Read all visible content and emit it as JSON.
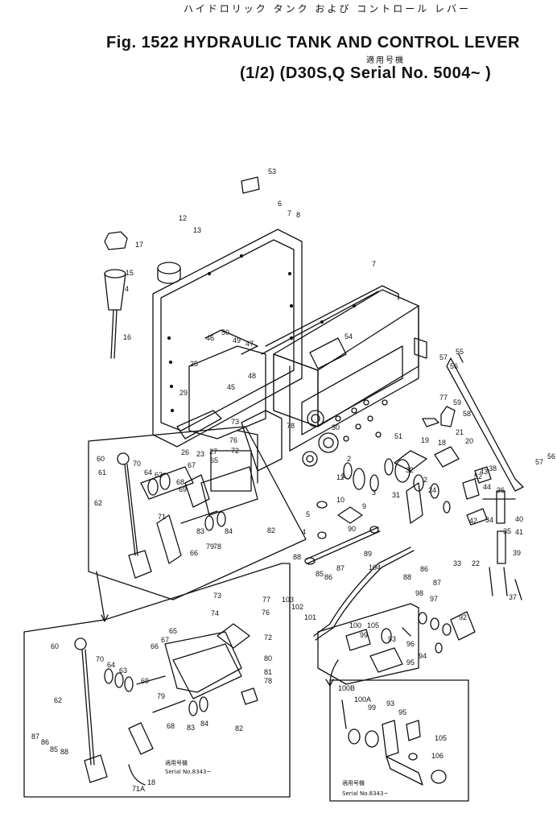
{
  "header": {
    "title_jp": "ハイドロリック タンク および コントロール レバー",
    "title": "Fig. 1522 HYDRAULIC TANK AND CONTROL LEVER",
    "applicable_jp": "適用号機",
    "subtitle": "(1/2) (D30S,Q Serial No. 5004~ )"
  },
  "inset_notes": {
    "left_jp": "適用号機",
    "left_serial": "Serial No.8343~",
    "right_jp": "適用号機",
    "right_serial": "Serial No.8343~"
  },
  "part_labels": [
    {
      "id": "p53",
      "text": "53"
    },
    {
      "id": "p6a",
      "text": "6"
    },
    {
      "id": "p7a",
      "text": "7"
    },
    {
      "id": "p8a",
      "text": "8"
    },
    {
      "id": "p12",
      "text": "12"
    },
    {
      "id": "p13",
      "text": "13"
    },
    {
      "id": "p17",
      "text": "17"
    },
    {
      "id": "p15",
      "text": "15"
    },
    {
      "id": "p4a",
      "text": "4"
    },
    {
      "id": "p16",
      "text": "16"
    },
    {
      "id": "p7b",
      "text": "7"
    },
    {
      "id": "p54",
      "text": "54"
    },
    {
      "id": "p46",
      "text": "46"
    },
    {
      "id": "p50",
      "text": "50"
    },
    {
      "id": "p49",
      "text": "49"
    },
    {
      "id": "p47",
      "text": "47"
    },
    {
      "id": "p48",
      "text": "48"
    },
    {
      "id": "p25",
      "text": "25"
    },
    {
      "id": "p45",
      "text": "45"
    },
    {
      "id": "p29",
      "text": "29"
    },
    {
      "id": "p26",
      "text": "26"
    },
    {
      "id": "p23",
      "text": "23"
    },
    {
      "id": "p27",
      "text": "27"
    },
    {
      "id": "p57a",
      "text": "57"
    },
    {
      "id": "p55",
      "text": "55"
    },
    {
      "id": "p56a",
      "text": "56"
    },
    {
      "id": "p73a",
      "text": "73"
    },
    {
      "id": "p78a",
      "text": "78"
    },
    {
      "id": "p76a",
      "text": "76"
    },
    {
      "id": "p72a",
      "text": "72"
    },
    {
      "id": "p30",
      "text": "30"
    },
    {
      "id": "p77a",
      "text": "77"
    },
    {
      "id": "p59",
      "text": "59"
    },
    {
      "id": "p58",
      "text": "58"
    },
    {
      "id": "p21",
      "text": "21"
    },
    {
      "id": "p20",
      "text": "20"
    },
    {
      "id": "p60a",
      "text": "60"
    },
    {
      "id": "p61a",
      "text": "61"
    },
    {
      "id": "p70a",
      "text": "70"
    },
    {
      "id": "p64a",
      "text": "64"
    },
    {
      "id": "p63a",
      "text": "63"
    },
    {
      "id": "p68a",
      "text": "68"
    },
    {
      "id": "p67a",
      "text": "67"
    },
    {
      "id": "p65a",
      "text": "65"
    },
    {
      "id": "p62a",
      "text": "62"
    },
    {
      "id": "p69a",
      "text": "69"
    },
    {
      "id": "p51",
      "text": "51"
    },
    {
      "id": "p19",
      "text": "19"
    },
    {
      "id": "p18",
      "text": "18"
    },
    {
      "id": "p57b",
      "text": "57"
    },
    {
      "id": "p56b",
      "text": "56"
    },
    {
      "id": "p2a",
      "text": "2"
    },
    {
      "id": "p1a",
      "text": "1"
    },
    {
      "id": "p32",
      "text": "32"
    },
    {
      "id": "p11",
      "text": "11"
    },
    {
      "id": "p2b",
      "text": "2"
    },
    {
      "id": "p43",
      "text": "43"
    },
    {
      "id": "p52",
      "text": "52"
    },
    {
      "id": "p44",
      "text": "44"
    },
    {
      "id": "p38",
      "text": "38"
    },
    {
      "id": "p36",
      "text": "36"
    },
    {
      "id": "p24",
      "text": "24"
    },
    {
      "id": "p3",
      "text": "3"
    },
    {
      "id": "p31",
      "text": "31"
    },
    {
      "id": "p10",
      "text": "10"
    },
    {
      "id": "p9",
      "text": "9"
    },
    {
      "id": "p5",
      "text": "5"
    },
    {
      "id": "p4b",
      "text": "4"
    },
    {
      "id": "p90",
      "text": "90"
    },
    {
      "id": "p89",
      "text": "89"
    },
    {
      "id": "p71a",
      "text": "71"
    },
    {
      "id": "p83a",
      "text": "83"
    },
    {
      "id": "p84a",
      "text": "84"
    },
    {
      "id": "p78b",
      "text": "78"
    },
    {
      "id": "p66a",
      "text": "66"
    },
    {
      "id": "p79a",
      "text": "79"
    },
    {
      "id": "p82a",
      "text": "82"
    },
    {
      "id": "p88a",
      "text": "88"
    },
    {
      "id": "p85a",
      "text": "85"
    },
    {
      "id": "p86a",
      "text": "86"
    },
    {
      "id": "p87a",
      "text": "87"
    },
    {
      "id": "p34",
      "text": "34"
    },
    {
      "id": "p35",
      "text": "35"
    },
    {
      "id": "p40",
      "text": "40"
    },
    {
      "id": "p41",
      "text": "41"
    },
    {
      "id": "p42",
      "text": "42"
    },
    {
      "id": "p33",
      "text": "33"
    },
    {
      "id": "p22",
      "text": "22"
    },
    {
      "id": "p37",
      "text": "37"
    },
    {
      "id": "p39",
      "text": "39"
    },
    {
      "id": "p104",
      "text": "104"
    },
    {
      "id": "p88b",
      "text": "88"
    },
    {
      "id": "p86b",
      "text": "86"
    },
    {
      "id": "p87b",
      "text": "87"
    },
    {
      "id": "p103",
      "text": "103"
    },
    {
      "id": "p102",
      "text": "102"
    },
    {
      "id": "p101",
      "text": "101"
    },
    {
      "id": "p98",
      "text": "98"
    },
    {
      "id": "p97",
      "text": "97"
    },
    {
      "id": "p92",
      "text": "92"
    },
    {
      "id": "p73b",
      "text": "73"
    },
    {
      "id": "p77b",
      "text": "77"
    },
    {
      "id": "p74",
      "text": "74"
    },
    {
      "id": "p76b",
      "text": "76"
    },
    {
      "id": "p65b",
      "text": "65"
    },
    {
      "id": "p72b",
      "text": "72"
    },
    {
      "id": "p80",
      "text": "80"
    },
    {
      "id": "p81",
      "text": "81"
    },
    {
      "id": "p78c",
      "text": "78"
    },
    {
      "id": "p60b",
      "text": "60"
    },
    {
      "id": "p66b",
      "text": "66"
    },
    {
      "id": "p67b",
      "text": "67"
    },
    {
      "id": "p70b",
      "text": "70"
    },
    {
      "id": "p64b",
      "text": "64"
    },
    {
      "id": "p63b",
      "text": "63"
    },
    {
      "id": "p69b",
      "text": "69"
    },
    {
      "id": "p62b",
      "text": "62"
    },
    {
      "id": "p79b",
      "text": "79"
    },
    {
      "id": "p68b",
      "text": "68"
    },
    {
      "id": "p83b",
      "text": "83"
    },
    {
      "id": "p84b",
      "text": "84"
    },
    {
      "id": "p82b",
      "text": "82"
    },
    {
      "id": "p87c",
      "text": "87"
    },
    {
      "id": "p86c",
      "text": "86"
    },
    {
      "id": "p85c",
      "text": "85"
    },
    {
      "id": "p88c",
      "text": "88"
    },
    {
      "id": "p71b",
      "text": "71A"
    },
    {
      "id": "p18b",
      "text": "18"
    },
    {
      "id": "p100",
      "text": "100"
    },
    {
      "id": "p105",
      "text": "105"
    },
    {
      "id": "p99",
      "text": "99"
    },
    {
      "id": "p94",
      "text": "94"
    },
    {
      "id": "p95",
      "text": "95"
    },
    {
      "id": "p93",
      "text": "93"
    },
    {
      "id": "p96",
      "text": "96"
    },
    {
      "id": "p100b",
      "text": "100B"
    },
    {
      "id": "p100a",
      "text": "100A"
    },
    {
      "id": "p99b",
      "text": "99"
    },
    {
      "id": "p93b",
      "text": "93"
    },
    {
      "id": "p95b",
      "text": "95"
    },
    {
      "id": "p105b",
      "text": "105"
    },
    {
      "id": "p106",
      "text": "106"
    }
  ]
}
